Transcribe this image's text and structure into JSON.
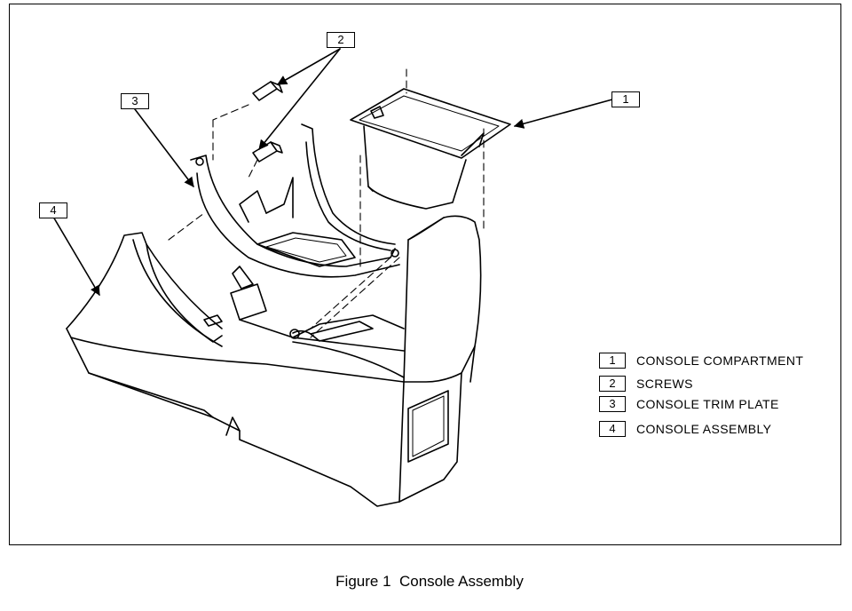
{
  "callouts": [
    {
      "id": "1",
      "label": "1"
    },
    {
      "id": "2",
      "label": "2"
    },
    {
      "id": "3",
      "label": "3"
    },
    {
      "id": "4",
      "label": "4"
    }
  ],
  "legend": [
    {
      "number": "1",
      "text": "CONSOLE COMPARTMENT"
    },
    {
      "number": "2",
      "text": "SCREWS"
    },
    {
      "number": "3",
      "text": "CONSOLE TRIM PLATE"
    },
    {
      "number": "4",
      "text": "CONSOLE ASSEMBLY"
    }
  ],
  "caption": "Figure 1  Console Assembly"
}
